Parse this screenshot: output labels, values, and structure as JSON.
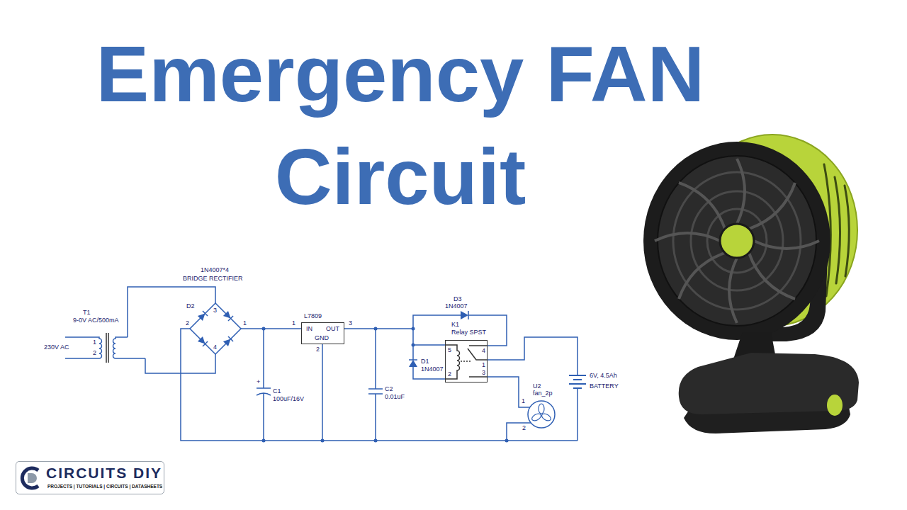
{
  "diagram": {
    "title": "Emergency FAN Circuit",
    "nodes": [
      {
        "text": [
          "L7809",
          "IN",
          "OUT",
          "GND"
        ]
      },
      {
        "text": [
          "K1",
          "Relay SPST",
          "5",
          "4",
          "1",
          "2",
          "3"
        ]
      },
      {
        "text": [
          "CIRCUITS DIY",
          "PROJECTS | TUTORIALS | CIRCUITS | DATASHEETS"
        ]
      }
    ],
    "edges": [
      {
        "from": 0,
        "to": 1,
        "arrow": "none"
      }
    ],
    "labels": [
      "1N4007*4",
      "BRIDGE RECTIFIER",
      "T1",
      "9-0V AC/500mA",
      "D2",
      "230V AC",
      "1",
      "2",
      "3",
      "2",
      "1",
      "4",
      "C1",
      "100uF/16V",
      "+",
      "1",
      "3",
      "2",
      "C2",
      "0.01uF",
      "D3",
      "1N4007",
      "D1",
      "1N4007",
      "U2",
      "fan_2p",
      "1",
      "2",
      "6V, 4.5Ah",
      "BATTERY"
    ]
  }
}
